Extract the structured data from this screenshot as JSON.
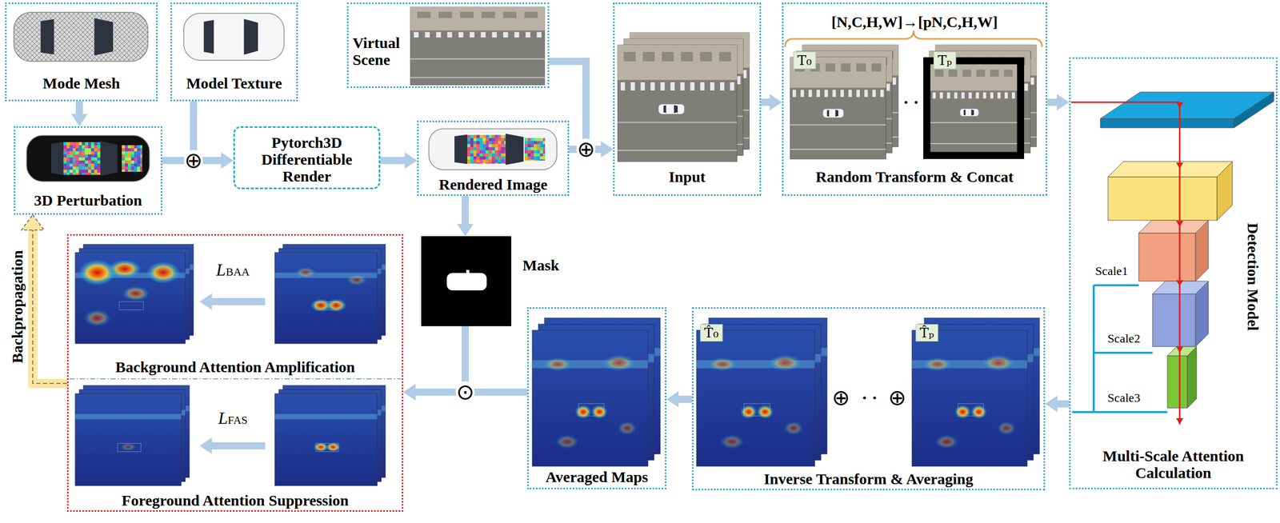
{
  "diagram": {
    "nodes": [
      {
        "text": [
          "Mode Mesh"
        ]
      },
      {
        "text": [
          "Model Texture"
        ]
      },
      {
        "text": [
          "Virtual Scene"
        ]
      },
      {
        "text": [
          "Input"
        ]
      },
      {
        "text": [
          "[N,C,H,W]→[pN,C,H,W]",
          "Random Transform & Concat"
        ]
      },
      {
        "text": [
          "Detection Model",
          "Multi-Scale Attention Calculation"
        ]
      },
      {
        "text": [
          "3D Perturbation"
        ]
      },
      {
        "text": [
          "Pytorch3D Differentiable Render"
        ]
      },
      {
        "text": [
          "Rendered Image"
        ]
      },
      {
        "text": [
          "Mask"
        ]
      },
      {
        "text": [
          "Background Attention Amplification",
          "Foreground Attention Suppression"
        ]
      },
      {
        "text": [
          "Averaged Maps"
        ]
      },
      {
        "text": [
          "Inverse Transform & Averaging"
        ]
      }
    ],
    "edges": [
      {
        "from": 0,
        "to": 6,
        "arrow": "to"
      },
      {
        "from": 6,
        "to": 7,
        "arrow": "to"
      },
      {
        "from": 1,
        "to": 7,
        "arrow": "to"
      },
      {
        "from": 7,
        "to": 8,
        "arrow": "to"
      },
      {
        "from": 8,
        "to": 3,
        "arrow": "to"
      },
      {
        "from": 2,
        "to": 3,
        "arrow": "to"
      },
      {
        "from": 3,
        "to": 4,
        "arrow": "to"
      },
      {
        "from": 4,
        "to": 5,
        "arrow": "to"
      },
      {
        "from": 5,
        "to": 12,
        "arrow": "to"
      },
      {
        "from": 12,
        "to": 11,
        "arrow": "to"
      },
      {
        "from": 8,
        "to": 9,
        "arrow": "to"
      },
      {
        "from": 9,
        "to": 10,
        "arrow": "to"
      },
      {
        "from": 11,
        "to": 10,
        "arrow": "to"
      },
      {
        "from": 10,
        "to": 6,
        "arrow": "to",
        "label": "Backpropagation"
      }
    ],
    "labels": [
      "⊕",
      "⊕",
      "T₀",
      "· ·",
      "Tₚ",
      "Scale1",
      "Scale2",
      "Scale3",
      "T̂₀",
      "⊕",
      "· ·",
      "⊕",
      "T̂ₚ",
      "⊙",
      "LBAA",
      "LFAS"
    ]
  }
}
